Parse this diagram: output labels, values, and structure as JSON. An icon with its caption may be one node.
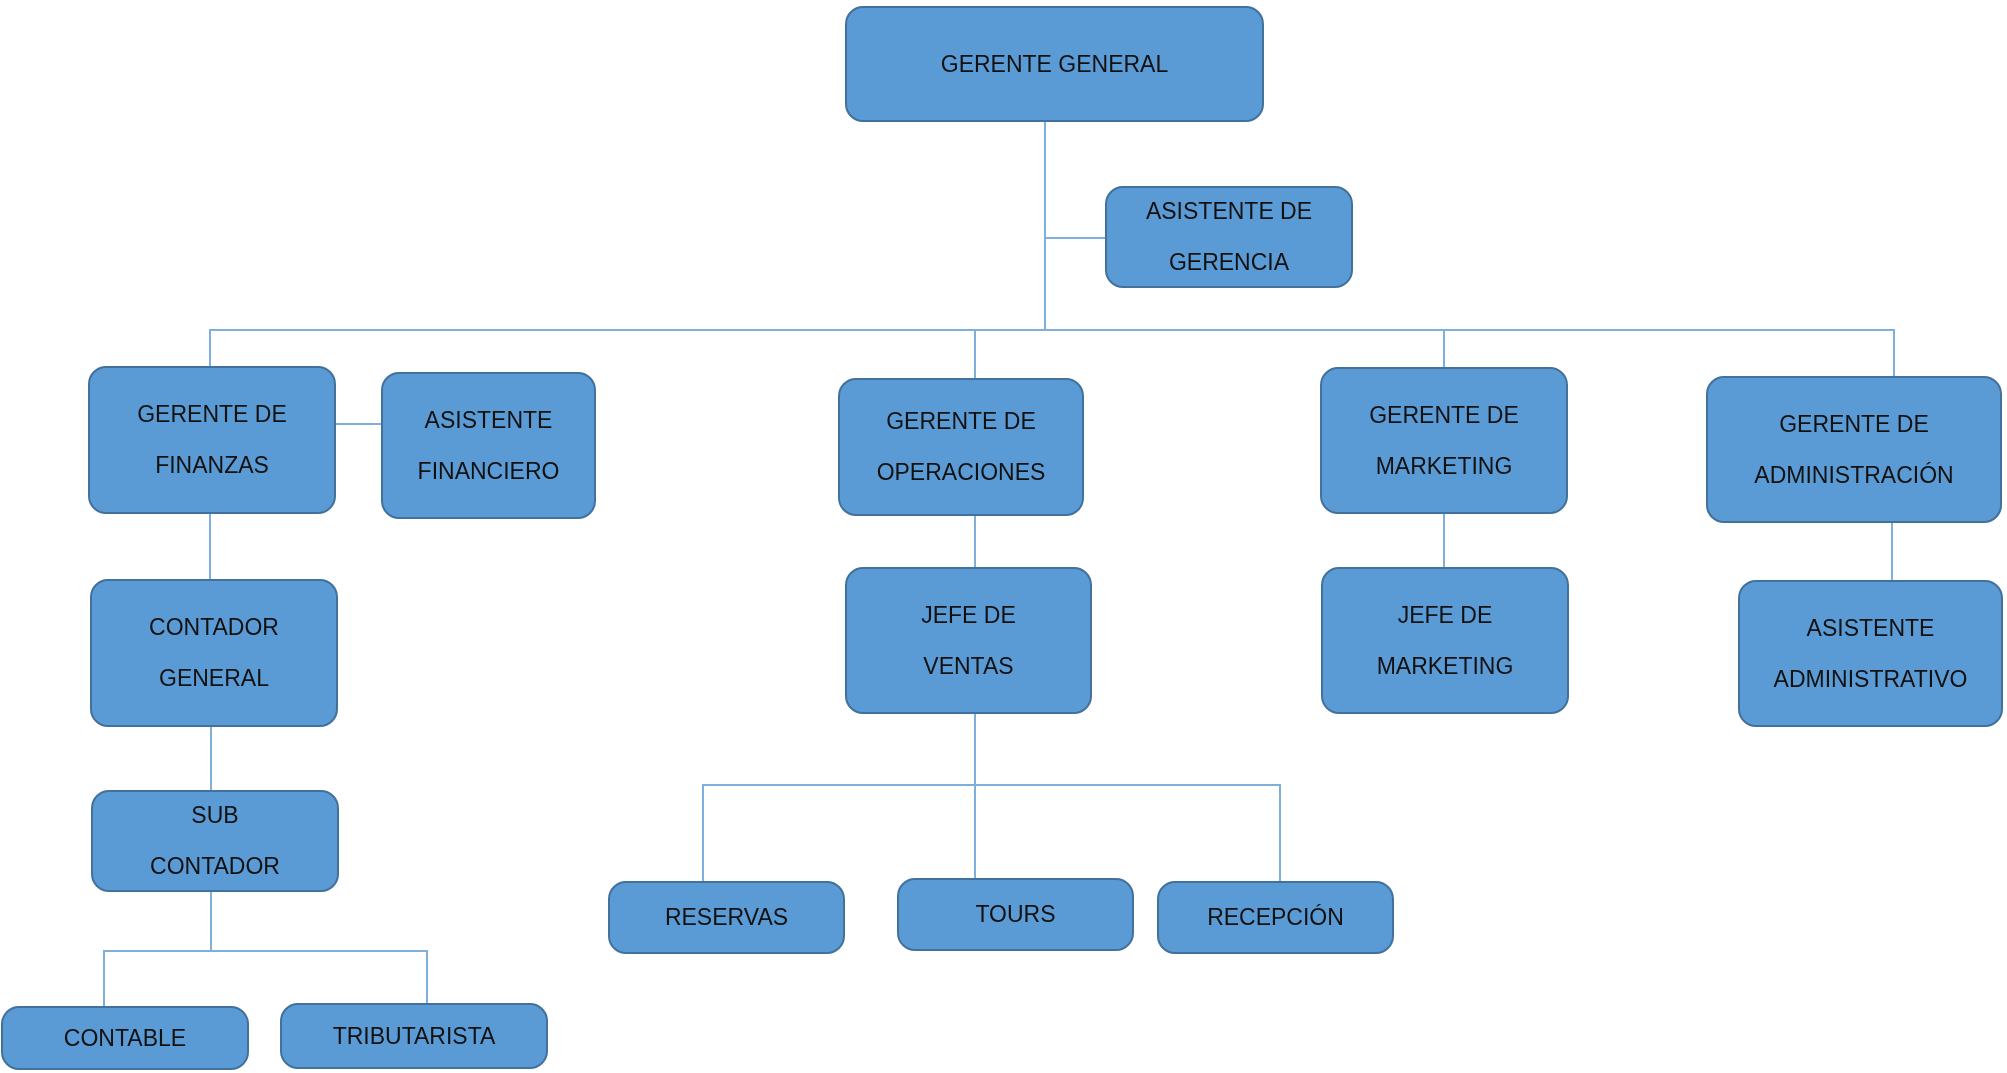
{
  "diagram": {
    "nodes": [
      {
        "text": [
          "GERENTE GENERAL"
        ]
      },
      {
        "text": [
          "ASISTENTE DE GERENCIA"
        ]
      },
      {
        "text": [
          "GERENTE DE FINANZAS"
        ]
      },
      {
        "text": [
          "ASISTENTE FINANCIERO"
        ]
      },
      {
        "text": [
          "GERENTE DE OPERACIONES"
        ]
      },
      {
        "text": [
          "GERENTE DE MARKETING"
        ]
      },
      {
        "text": [
          "GERENTE DE ADMINISTRACIÓN"
        ]
      },
      {
        "text": [
          "CONTADOR GENERAL"
        ]
      },
      {
        "text": [
          "JEFE DE VENTAS"
        ]
      },
      {
        "text": [
          "JEFE DE MARKETING"
        ]
      },
      {
        "text": [
          "ASISTENTE ADMINISTRATIVO"
        ]
      },
      {
        "text": [
          "SUB CONTADOR"
        ]
      },
      {
        "text": [
          "RESERVAS"
        ]
      },
      {
        "text": [
          "TOURS"
        ]
      },
      {
        "text": [
          "RECEPCIÓN"
        ]
      },
      {
        "text": [
          "CONTABLE"
        ]
      },
      {
        "text": [
          "TRIBUTARISTA"
        ]
      }
    ],
    "edges": [
      {
        "from": 0,
        "to": 1,
        "arrow": "none"
      },
      {
        "from": 0,
        "to": 2,
        "arrow": "none"
      },
      {
        "from": 0,
        "to": 4,
        "arrow": "none"
      },
      {
        "from": 0,
        "to": 5,
        "arrow": "none"
      },
      {
        "from": 0,
        "to": 6,
        "arrow": "none"
      },
      {
        "from": 2,
        "to": 3,
        "arrow": "none"
      },
      {
        "from": 2,
        "to": 7,
        "arrow": "none"
      },
      {
        "from": 7,
        "to": 11,
        "arrow": "none"
      },
      {
        "from": 11,
        "to": 15,
        "arrow": "none"
      },
      {
        "from": 11,
        "to": 16,
        "arrow": "none"
      },
      {
        "from": 4,
        "to": 8,
        "arrow": "none"
      },
      {
        "from": 5,
        "to": 9,
        "arrow": "none"
      },
      {
        "from": 6,
        "to": 10,
        "arrow": "none"
      },
      {
        "from": 8,
        "to": 12,
        "arrow": "none"
      },
      {
        "from": 8,
        "to": 13,
        "arrow": "none"
      },
      {
        "from": 8,
        "to": 14,
        "arrow": "none"
      }
    ]
  }
}
